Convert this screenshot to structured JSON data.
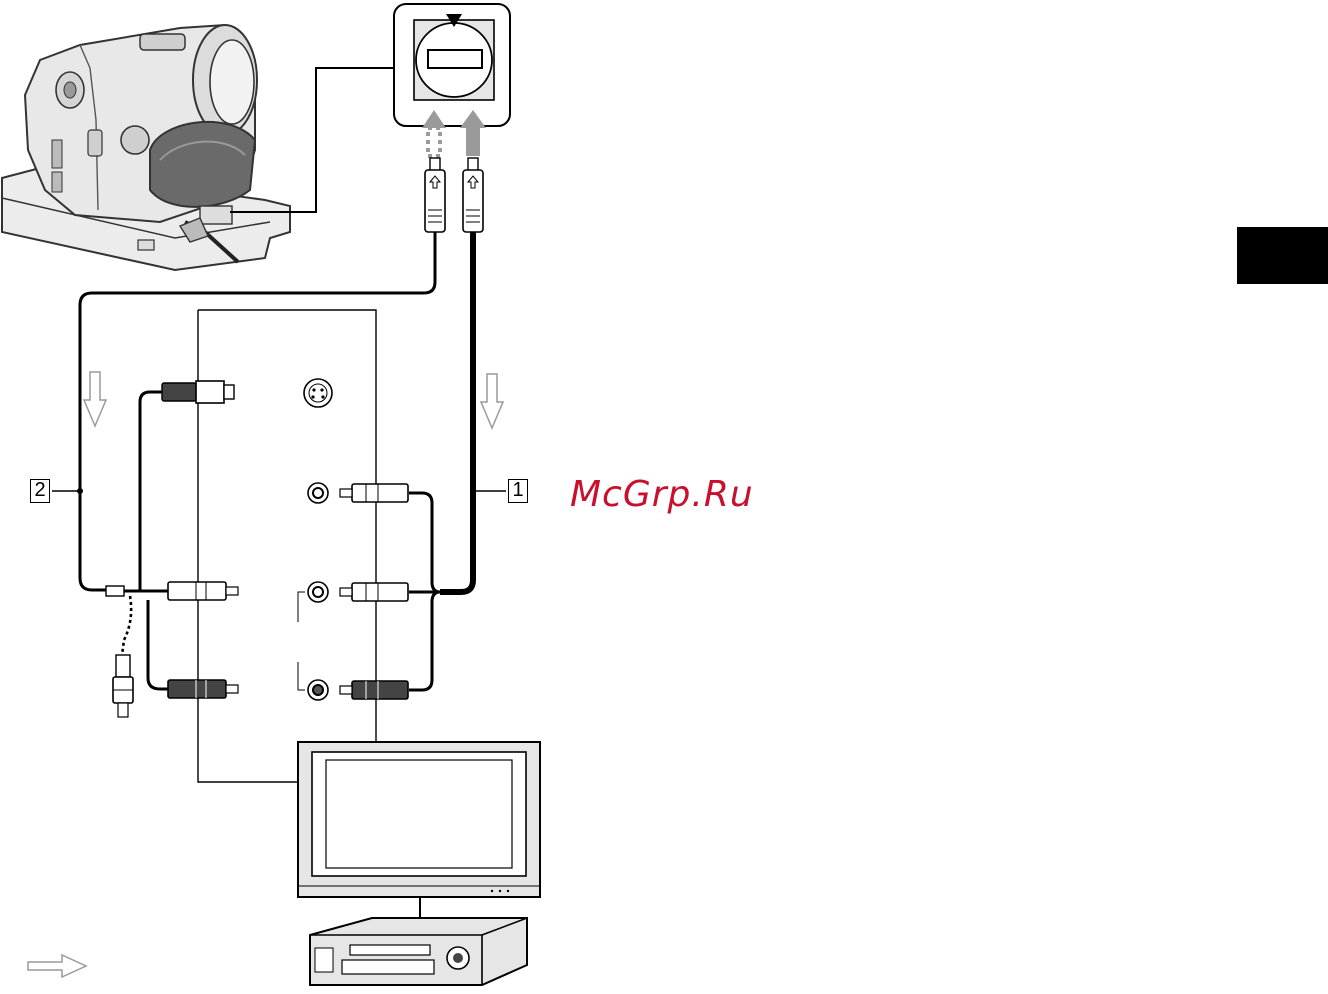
{
  "diagram": {
    "callouts": [
      {
        "id": "cable-1",
        "label": "1"
      },
      {
        "id": "cable-2",
        "label": "2"
      }
    ],
    "watermark": "McGrp.Ru",
    "colors": {
      "line": "#000000",
      "outline": "#333333",
      "device_fill": "#e6e6e6",
      "dark_fill": "#444444",
      "arrow_gray": "#9a9a9a",
      "watermark": "#c8102e",
      "tab": "#000000"
    },
    "icons": [
      "camcorder-icon",
      "handycam-station-icon",
      "s-video-port-icon",
      "tv-icon",
      "vcr-icon",
      "signal-flow-arrow-icon"
    ]
  }
}
